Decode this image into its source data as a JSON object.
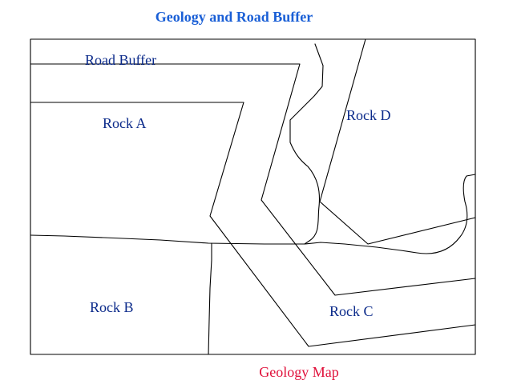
{
  "map": {
    "title": "Geology and Road Buffer",
    "caption": "Geology Map",
    "labels": {
      "road_buffer": "Road Buffer",
      "rock_a": "Rock A",
      "rock_b": "Rock B",
      "rock_c": "Rock C",
      "rock_d": "Rock D"
    },
    "colors": {
      "title": "#1a5fd6",
      "labels": "#0b2a8a",
      "caption": "#e0103a",
      "lines": "#000000"
    }
  }
}
